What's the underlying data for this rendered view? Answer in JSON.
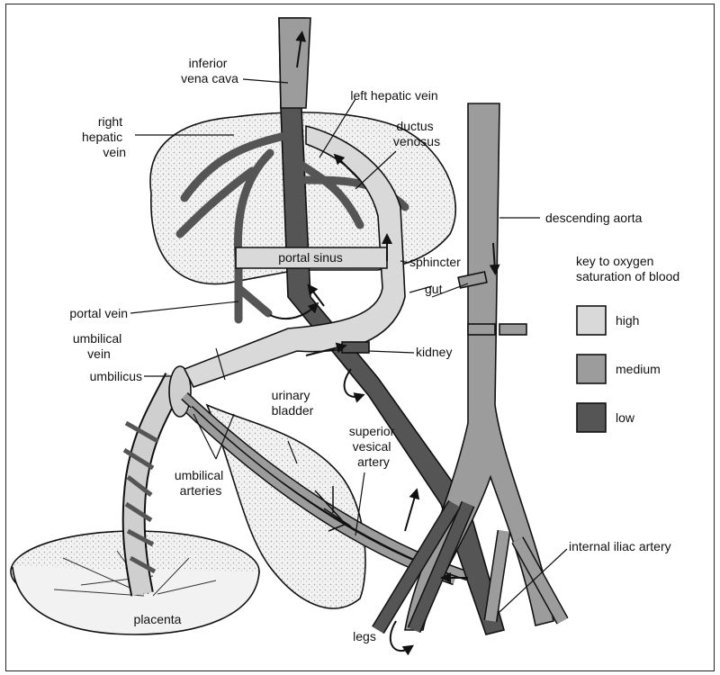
{
  "colors": {
    "high": "#d9d9d9",
    "medium": "#9c9c9c",
    "low": "#555555",
    "stipple": "#e9e9e9",
    "outline": "#111111"
  },
  "labels": {
    "inferior_vena_cava": [
      "inferior",
      "vena cava"
    ],
    "right_hepatic_vein": [
      "right",
      "hepatic",
      "vein"
    ],
    "left_hepatic_vein": "left hepatic vein",
    "ductus_venosus": [
      "ductus",
      "venosus"
    ],
    "descending_aorta": "descending aorta",
    "portal_sinus": "portal sinus",
    "sphincter": "sphincter",
    "gut": "gut",
    "portal_vein": "portal vein",
    "umbilical_vein": [
      "umbilical",
      "vein"
    ],
    "umbilicus": "umbilicus",
    "kidney": "kidney",
    "urinary_bladder": [
      "urinary",
      "bladder"
    ],
    "superior_vesical_artery": [
      "superior",
      "vesical",
      "artery"
    ],
    "umbilical_arteries": [
      "umbilical",
      "arteries"
    ],
    "internal_iliac_artery": "internal iliac artery",
    "placenta": "placenta",
    "legs": "legs"
  },
  "key": {
    "title": [
      "key to oxygen",
      "saturation of blood"
    ],
    "items": [
      {
        "label": "high",
        "level": "high"
      },
      {
        "label": "medium",
        "level": "medium"
      },
      {
        "label": "low",
        "level": "low"
      }
    ]
  }
}
